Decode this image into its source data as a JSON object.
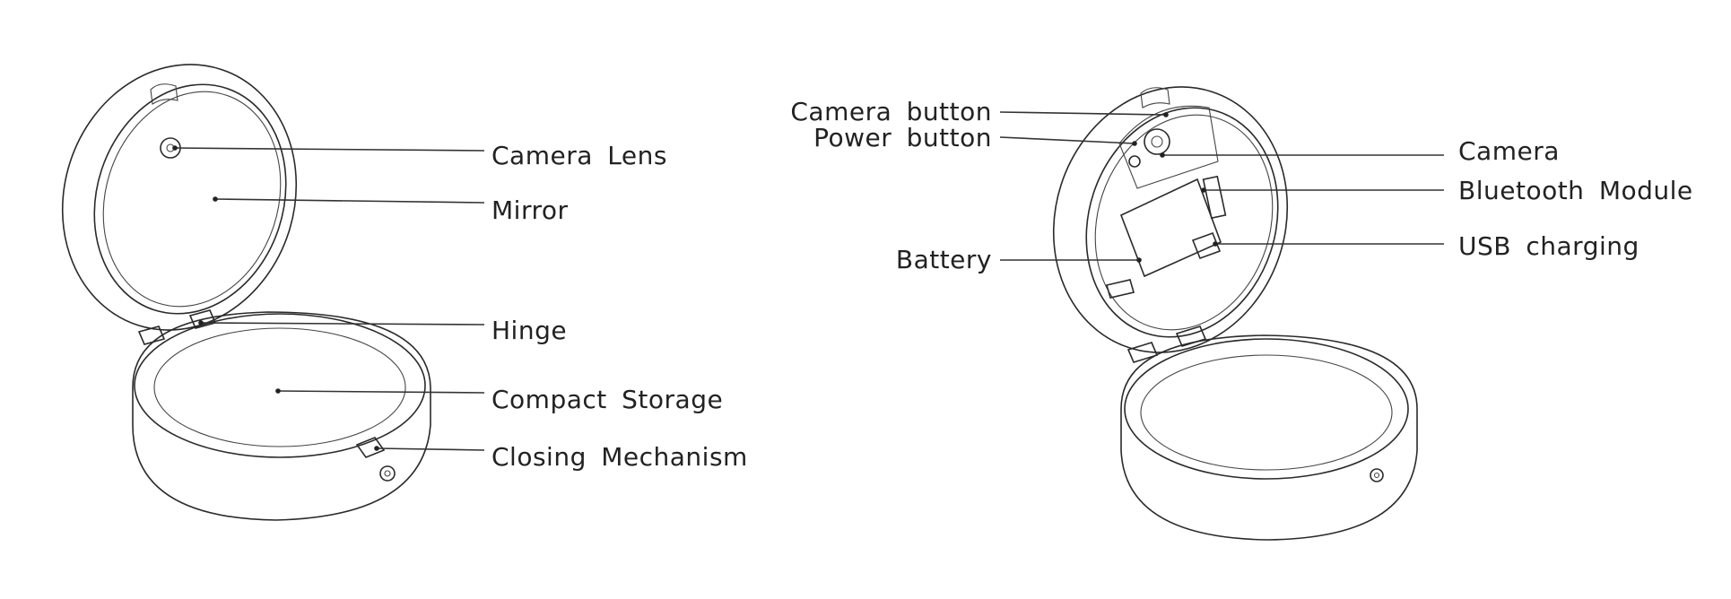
{
  "left_figure": {
    "callouts": [
      {
        "key": "camera_lens",
        "text": "Camera  Lens"
      },
      {
        "key": "mirror",
        "text": "Mirror"
      },
      {
        "key": "hinge",
        "text": "Hinge"
      },
      {
        "key": "compact_storage",
        "text": "Compact  Storage"
      },
      {
        "key": "closing_mechanism",
        "text": "Closing  Mechanism"
      }
    ]
  },
  "right_figure": {
    "callouts": [
      {
        "key": "camera_button",
        "text": "Camera  button"
      },
      {
        "key": "power_button",
        "text": "Power  button"
      },
      {
        "key": "battery",
        "text": "Battery"
      },
      {
        "key": "camera",
        "text": "Camera"
      },
      {
        "key": "bluetooth_module",
        "text": "Bluetooth  Module"
      },
      {
        "key": "usb_charging",
        "text": "USB  charging"
      }
    ]
  }
}
